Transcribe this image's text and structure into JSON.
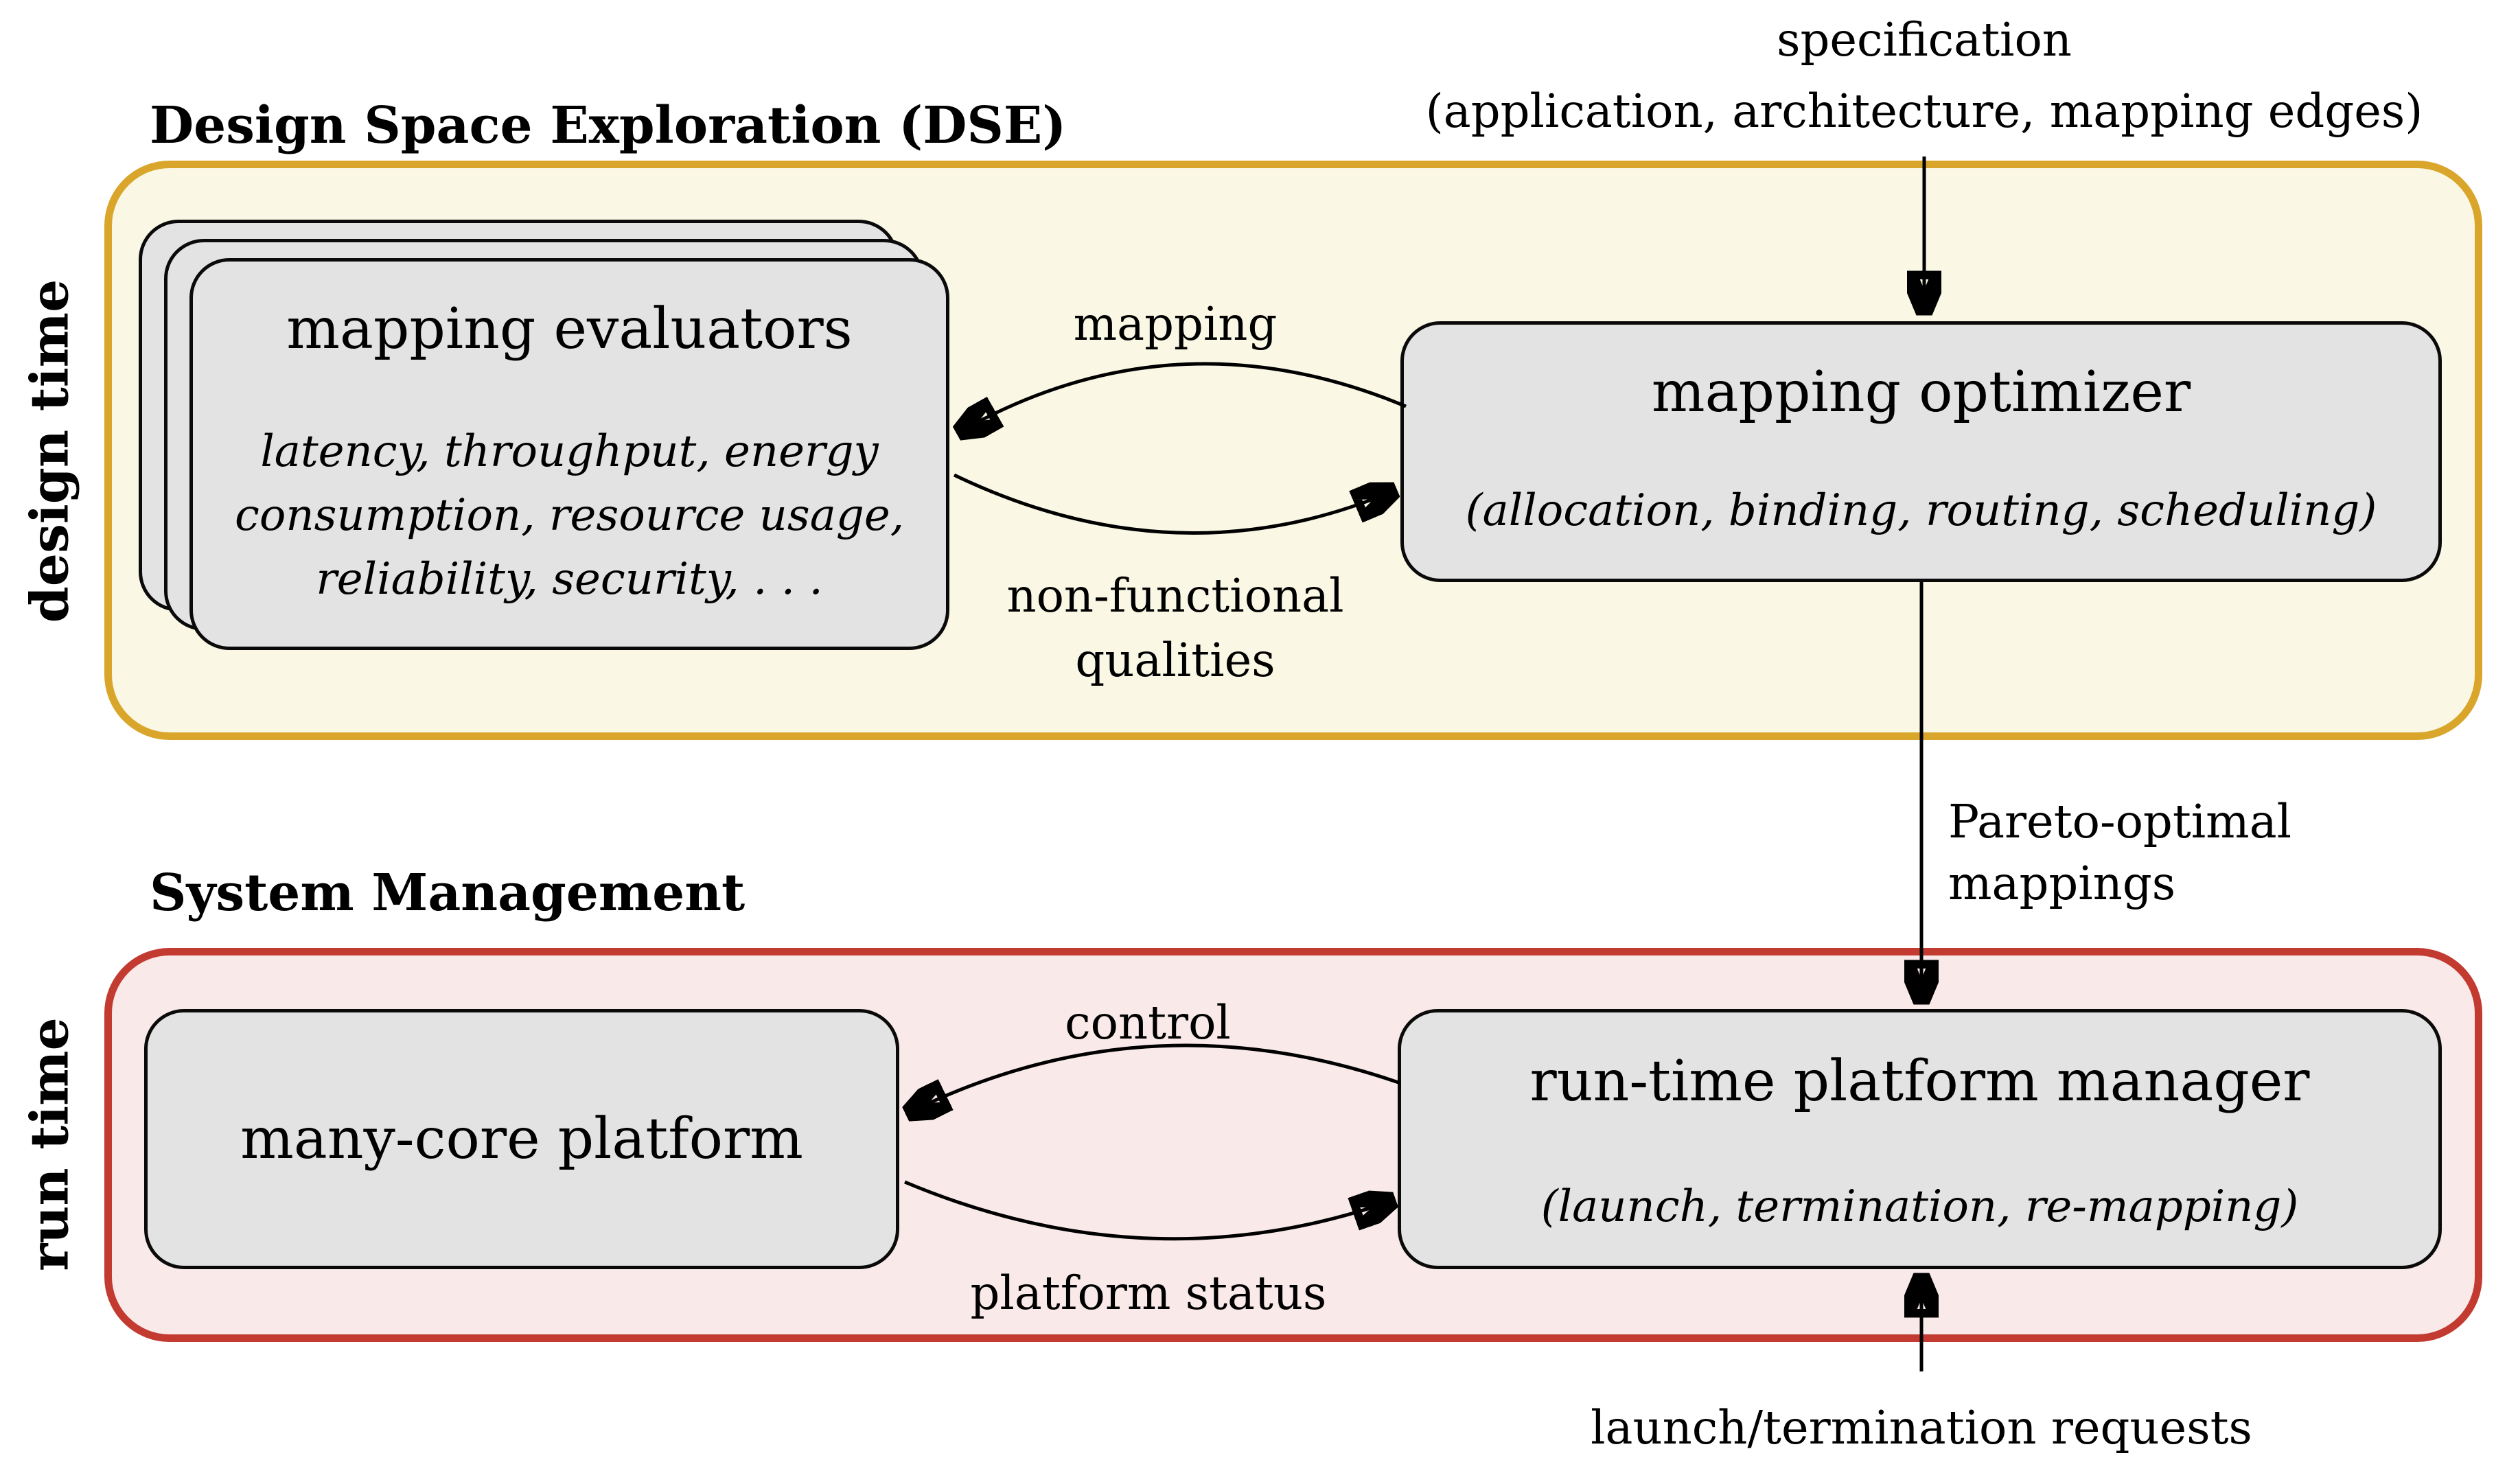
{
  "colors": {
    "dse_border": "#D9A62B",
    "dse_fill": "#FAF7E4",
    "sm_border": "#C23A30",
    "sm_fill": "#F9E9E8",
    "node_fill": "#E3E3E3",
    "node_border": "#0A0A0A",
    "arrow": "#000000",
    "background": "#FFFFFF"
  },
  "dse": {
    "title": "Design Space Exploration (DSE)",
    "side_label": "design time",
    "evaluators": {
      "title": "mapping evaluators",
      "lines": [
        "latency, throughput, energy",
        "consumption, resource usage,",
        "reliability, security, . . ."
      ]
    },
    "optimizer": {
      "title": "mapping optimizer",
      "subtitle": "(allocation, binding, routing, scheduling)"
    },
    "arrow_labels": {
      "mapping": "mapping",
      "non_functional_1": "non-functional",
      "non_functional_2": "qualities"
    }
  },
  "sm": {
    "title": "System Management",
    "side_label": "run time",
    "platform": {
      "title": "many-core platform"
    },
    "manager": {
      "title": "run-time platform manager",
      "subtitle": "(launch, termination, re-mapping)"
    },
    "arrow_labels": {
      "control": "control",
      "platform_status": "platform status"
    }
  },
  "external": {
    "spec_1": "specification",
    "spec_2": "(application, architecture, mapping edges)",
    "pareto_1": "Pareto-optimal",
    "pareto_2": "mappings",
    "launch": "launch/termination requests"
  }
}
